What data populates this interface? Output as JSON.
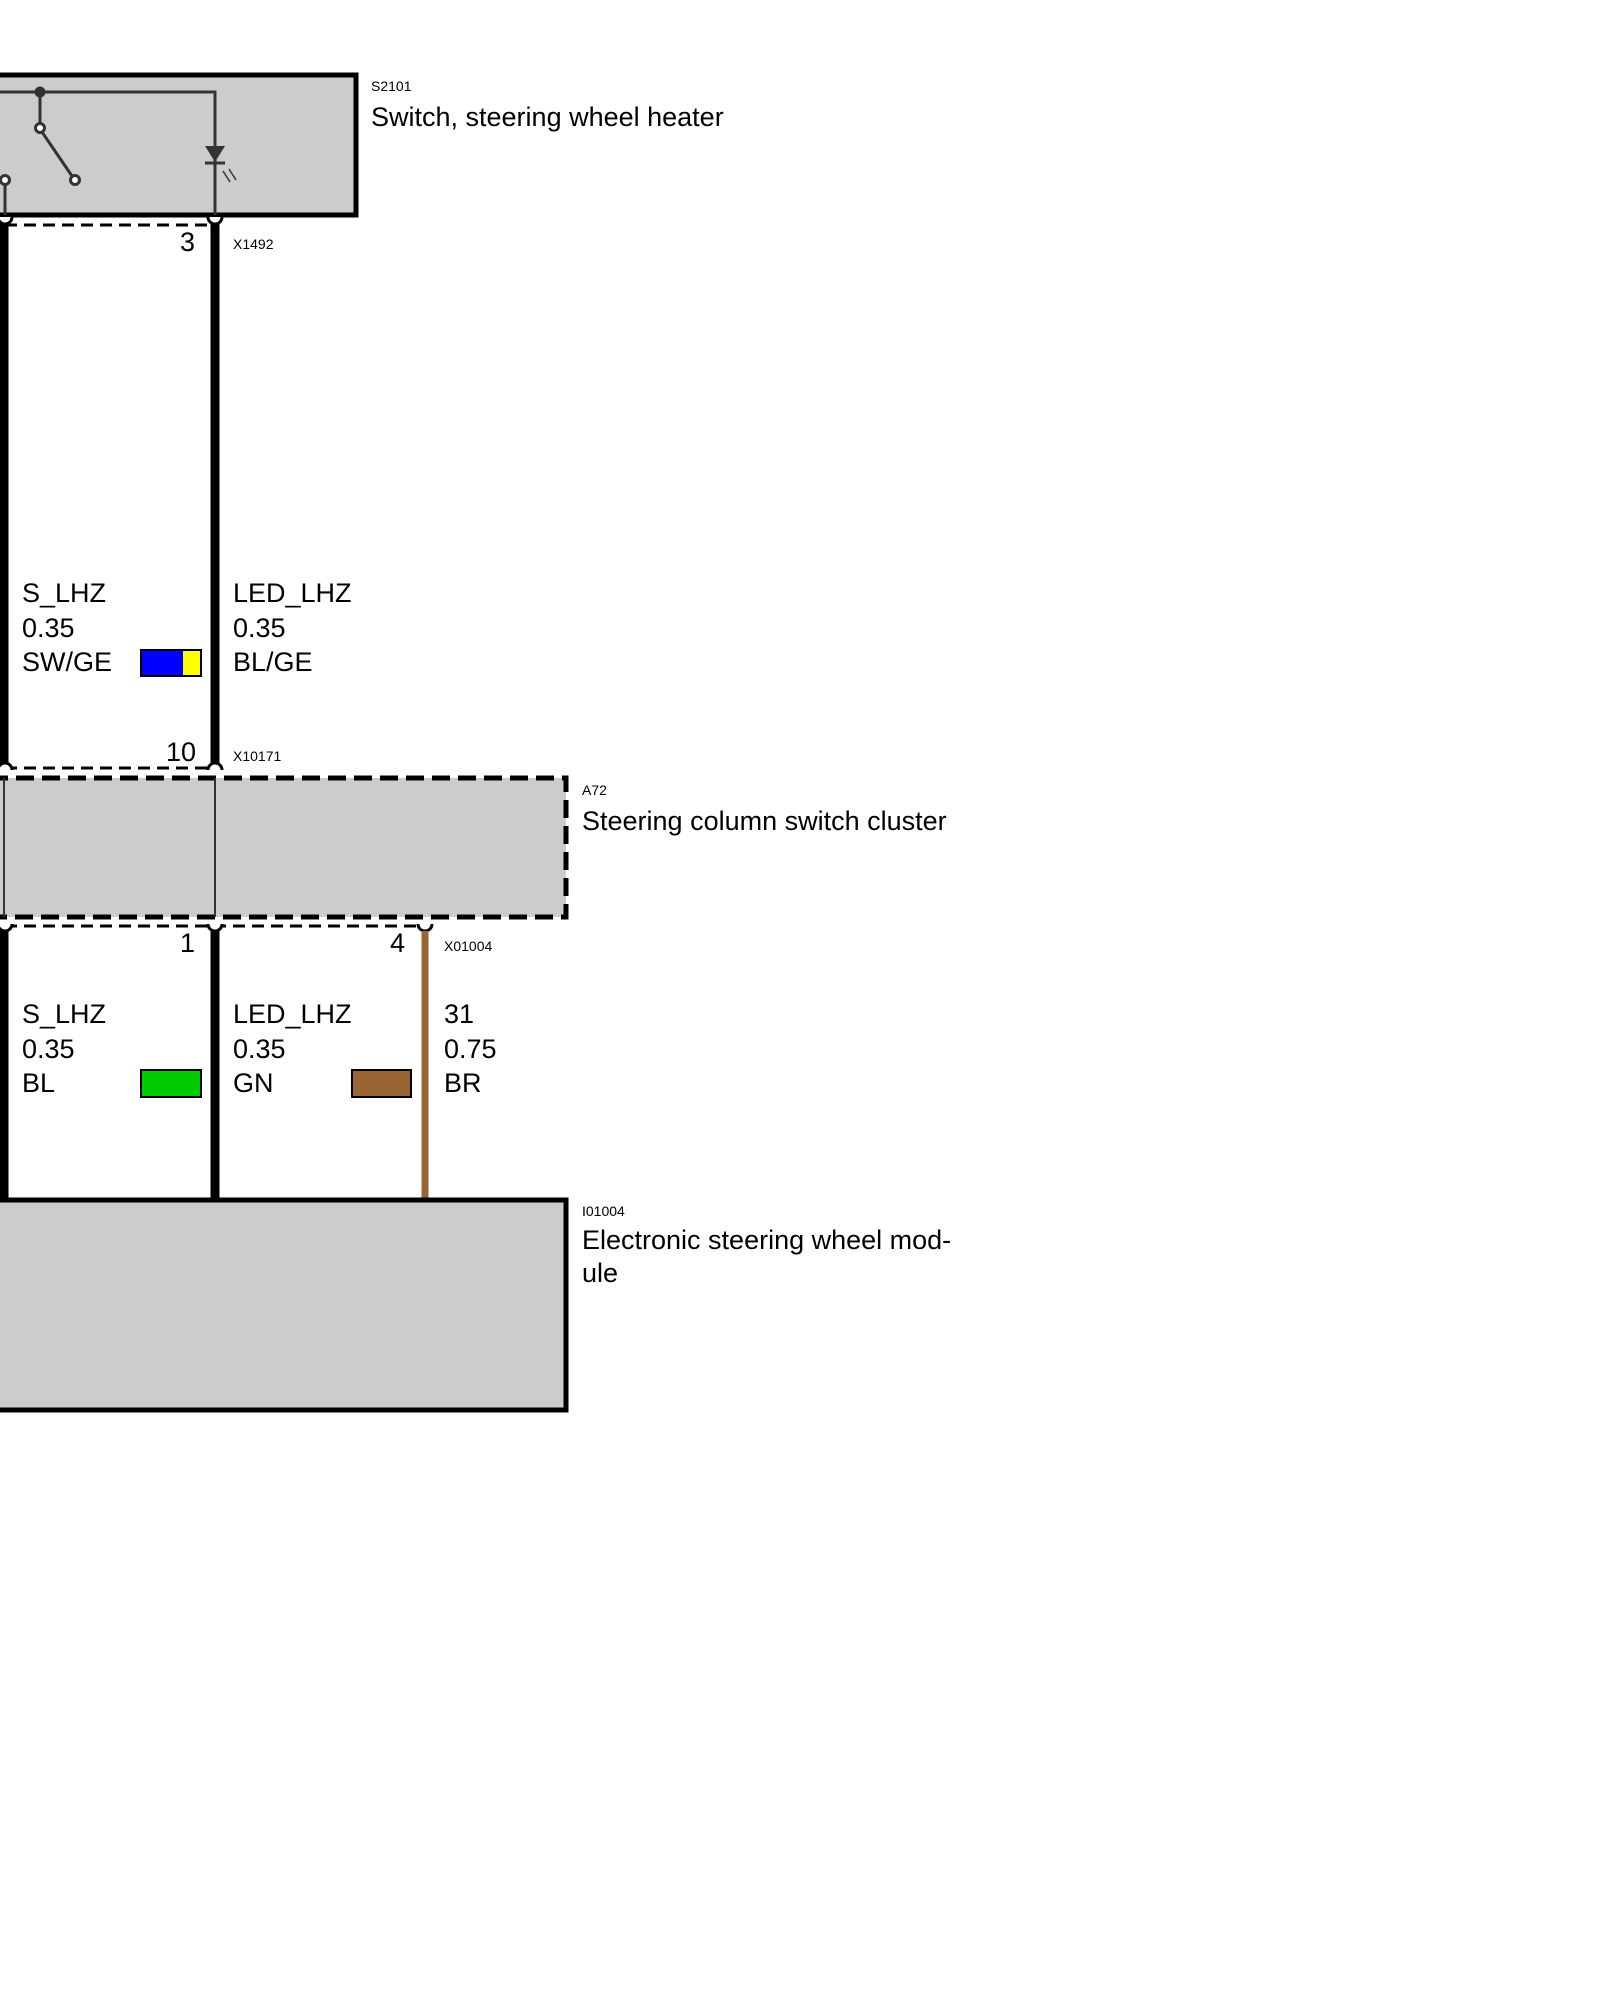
{
  "components": [
    {
      "id": "S2101",
      "name": "Switch, steering wheel heater"
    },
    {
      "id": "A72",
      "name": "Steering column switch cluster"
    },
    {
      "id": "I01004",
      "name_line1": "Electronic steering wheel mod-",
      "name_line2": "ule"
    }
  ],
  "connectors": [
    {
      "id": "X1492",
      "pins": [
        "3"
      ]
    },
    {
      "id": "X10171",
      "pins": [
        "10"
      ]
    },
    {
      "id": "X01004",
      "pins": [
        "1",
        "4"
      ]
    }
  ],
  "wires_upper": [
    {
      "signal": "S_LHZ",
      "gauge": "0.35",
      "color_code": "SW/GE",
      "colors": [
        "#0000ff",
        "#ffff00"
      ]
    },
    {
      "signal": "LED_LHZ",
      "gauge": "0.35",
      "color_code": "BL/GE"
    }
  ],
  "wires_lower": [
    {
      "signal": "S_LHZ",
      "gauge": "0.35",
      "color_code": "BL",
      "colors": [
        "#00cc00"
      ]
    },
    {
      "signal": "LED_LHZ",
      "gauge": "0.35",
      "color_code": "GN",
      "colors": [
        "#996633"
      ]
    },
    {
      "signal": "31",
      "gauge": "0.75",
      "color_code": "BR"
    }
  ],
  "colors": {
    "box_fill": "#cccccc",
    "brown_wire": "#996633"
  }
}
